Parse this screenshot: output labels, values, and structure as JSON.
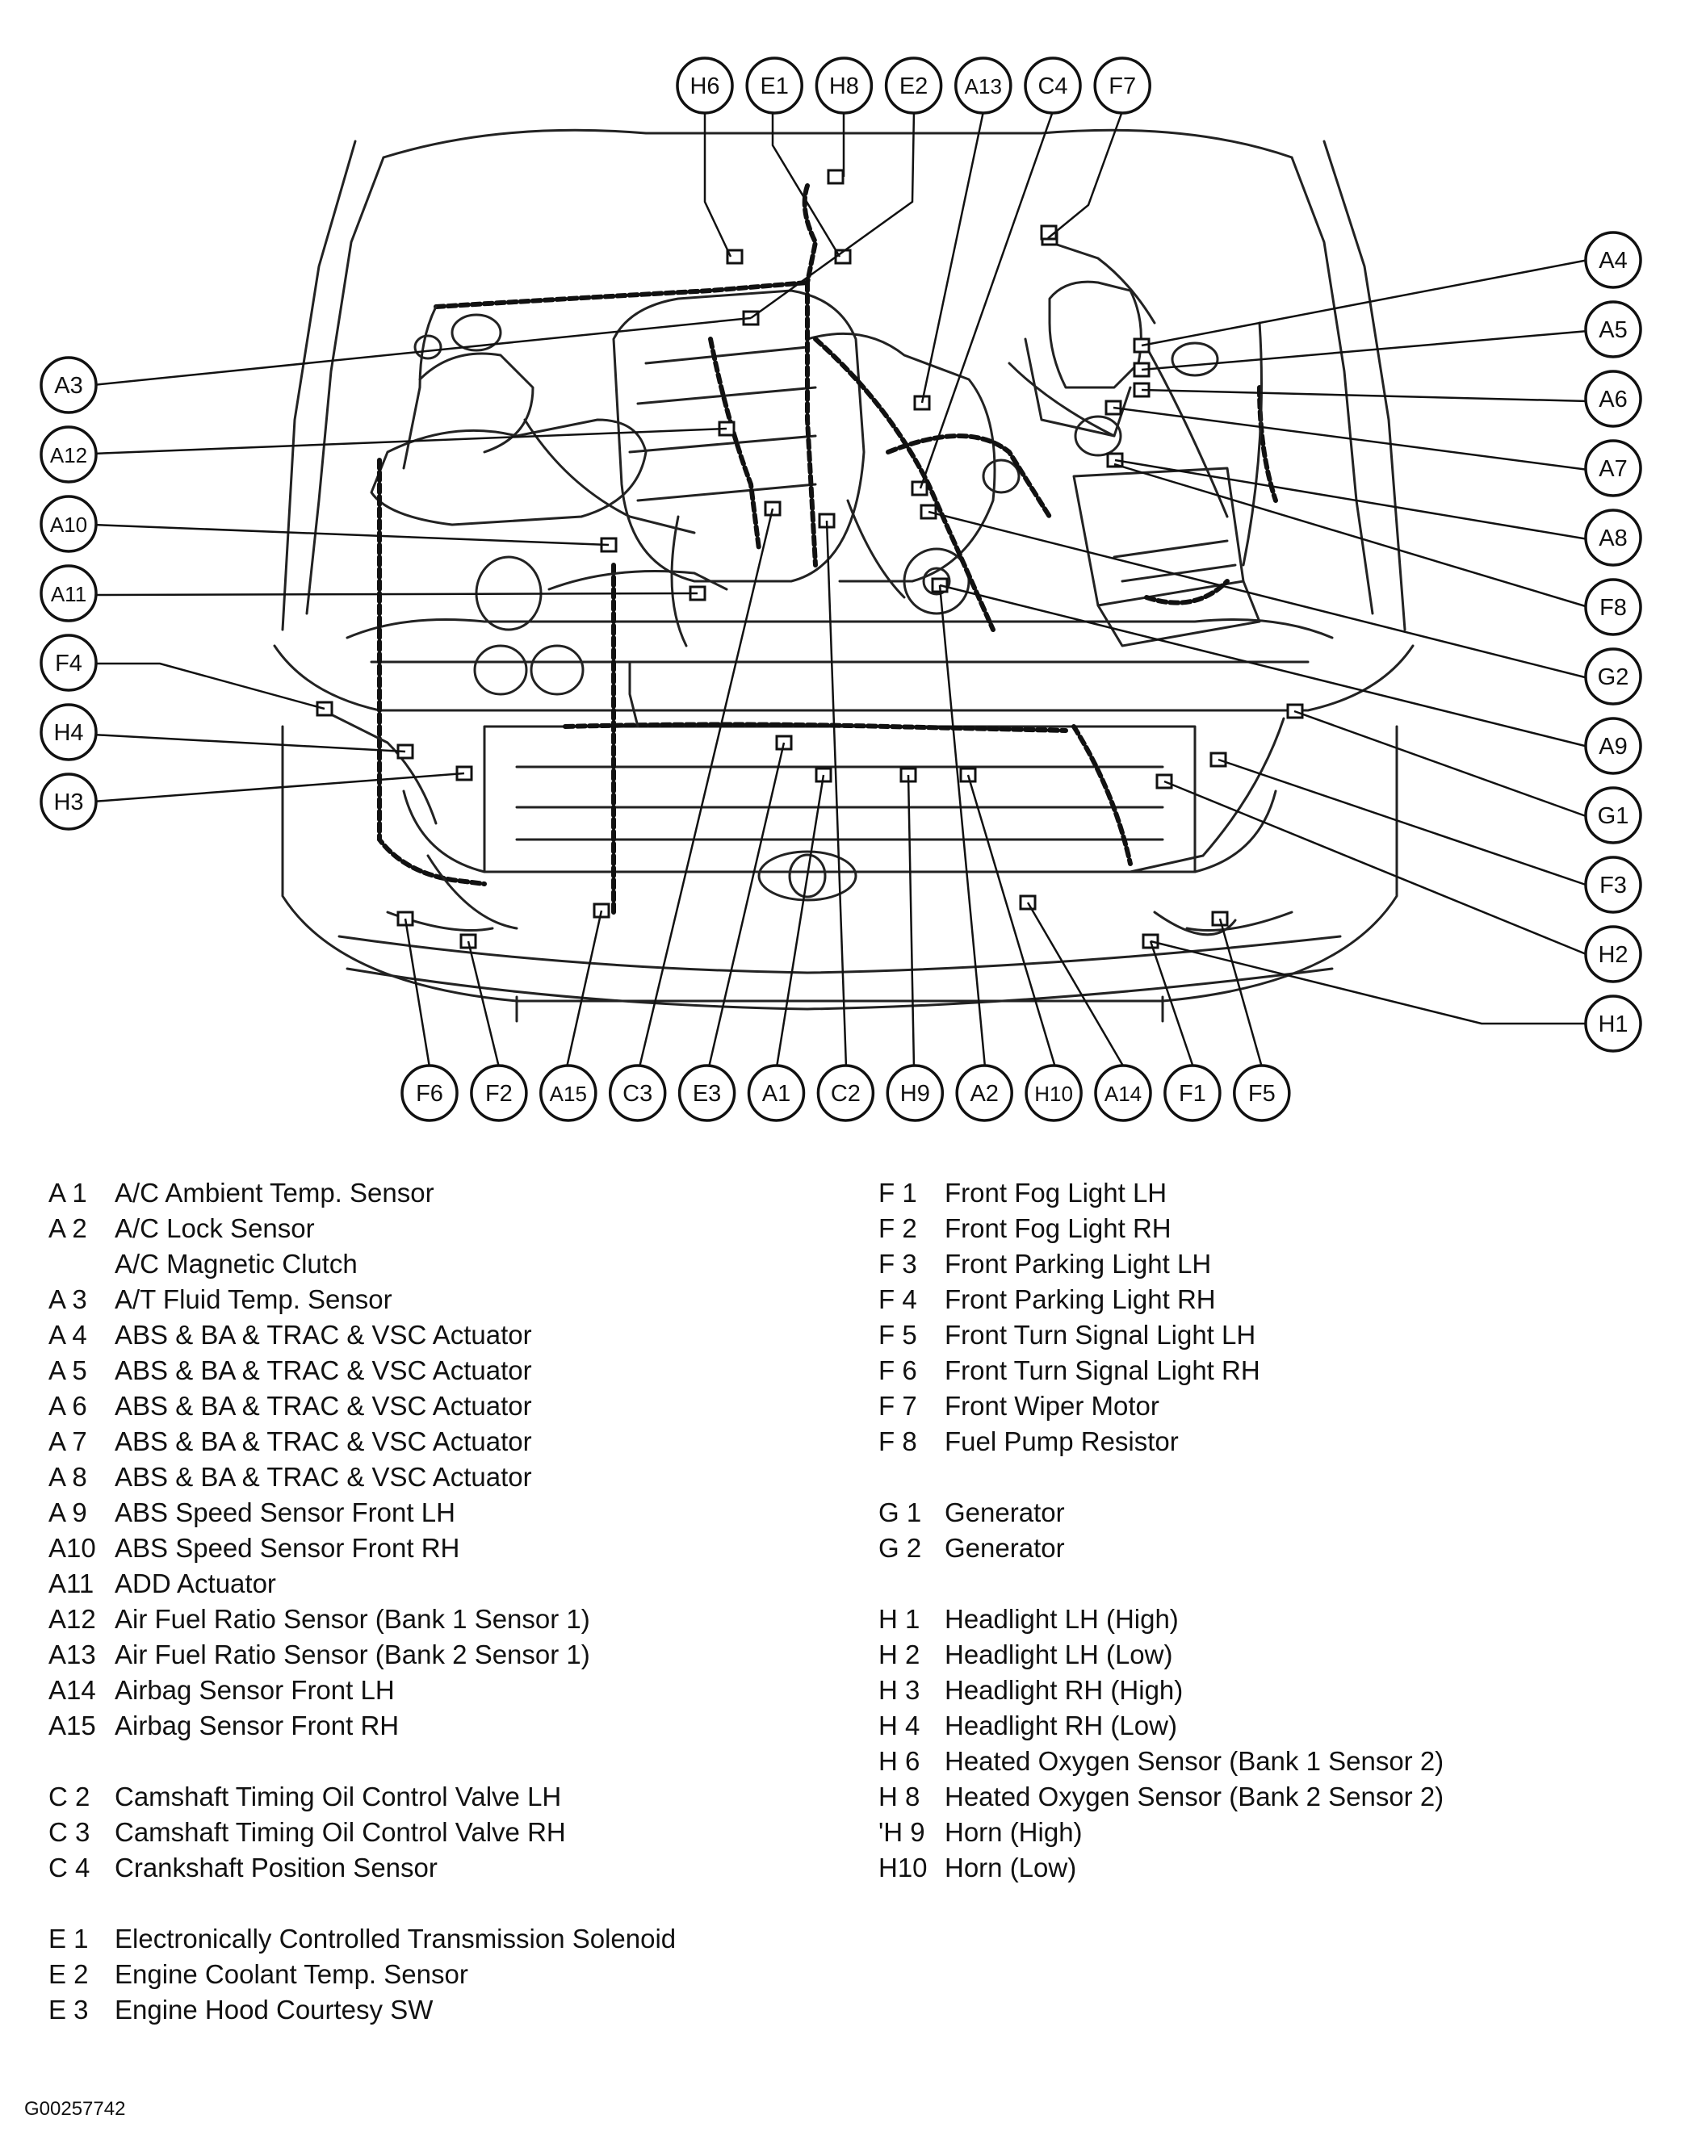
{
  "diagram": {
    "callouts_top": [
      "H6",
      "E1",
      "H8",
      "E2",
      "A13",
      "C4",
      "F7"
    ],
    "callouts_left": [
      "A3",
      "A12",
      "A10",
      "A11",
      "F4",
      "H4",
      "H3"
    ],
    "callouts_right": [
      "A4",
      "A5",
      "A6",
      "A7",
      "A8",
      "F8",
      "G2",
      "A9",
      "G1",
      "F3",
      "H2",
      "H1"
    ],
    "callouts_bottom": [
      "F6",
      "F2",
      "A15",
      "C3",
      "E3",
      "A1",
      "C2",
      "H9",
      "A2",
      "H10",
      "A14",
      "F1",
      "F5"
    ]
  },
  "legend": {
    "left": [
      {
        "code": "A 1",
        "desc": "A/C Ambient Temp. Sensor"
      },
      {
        "code": "A 2",
        "desc": "A/C Lock Sensor"
      },
      {
        "code": "",
        "desc": "A/C Magnetic Clutch"
      },
      {
        "code": "A 3",
        "desc": "A/T Fluid Temp. Sensor"
      },
      {
        "code": "A 4",
        "desc": "ABS & BA & TRAC & VSC Actuator"
      },
      {
        "code": "A 5",
        "desc": "ABS & BA & TRAC & VSC Actuator"
      },
      {
        "code": "A 6",
        "desc": "ABS & BA & TRAC & VSC Actuator"
      },
      {
        "code": "A 7",
        "desc": "ABS & BA & TRAC & VSC Actuator"
      },
      {
        "code": "A 8",
        "desc": "ABS & BA & TRAC & VSC Actuator"
      },
      {
        "code": "A 9",
        "desc": "ABS Speed Sensor Front LH"
      },
      {
        "code": "A10",
        "desc": "ABS Speed Sensor Front RH"
      },
      {
        "code": "A11",
        "desc": "ADD Actuator"
      },
      {
        "code": "A12",
        "desc": "Air Fuel Ratio Sensor (Bank 1 Sensor 1)"
      },
      {
        "code": "A13",
        "desc": "Air Fuel Ratio Sensor (Bank 2 Sensor 1)"
      },
      {
        "code": "A14",
        "desc": "Airbag Sensor Front LH"
      },
      {
        "code": "A15",
        "desc": "Airbag Sensor Front RH"
      },
      {
        "gap": true
      },
      {
        "code": "C 2",
        "desc": "Camshaft Timing Oil Control Valve LH"
      },
      {
        "code": "C 3",
        "desc": "Camshaft Timing Oil Control Valve RH"
      },
      {
        "code": "C 4",
        "desc": "Crankshaft Position Sensor"
      },
      {
        "gap": true
      },
      {
        "code": "E 1",
        "desc": "Electronically Controlled Transmission Solenoid"
      },
      {
        "code": "E 2",
        "desc": "Engine Coolant Temp. Sensor"
      },
      {
        "code": "E 3",
        "desc": "Engine Hood Courtesy SW"
      }
    ],
    "right": [
      {
        "code": "F 1",
        "desc": "Front Fog Light LH"
      },
      {
        "code": "F 2",
        "desc": "Front Fog Light RH"
      },
      {
        "code": "F 3",
        "desc": "Front Parking Light LH"
      },
      {
        "code": "F 4",
        "desc": "Front Parking Light RH"
      },
      {
        "code": "F 5",
        "desc": "Front Turn Signal Light LH"
      },
      {
        "code": "F 6",
        "desc": "Front Turn Signal Light RH"
      },
      {
        "code": "F 7",
        "desc": "Front Wiper Motor"
      },
      {
        "code": "F 8",
        "desc": "Fuel Pump Resistor"
      },
      {
        "gap": true
      },
      {
        "code": "G 1",
        "desc": "Generator"
      },
      {
        "code": "G 2",
        "desc": "Generator"
      },
      {
        "gap": true
      },
      {
        "code": "H 1",
        "desc": "Headlight LH (High)"
      },
      {
        "code": "H 2",
        "desc": "Headlight LH (Low)"
      },
      {
        "code": "H 3",
        "desc": "Headlight RH (High)"
      },
      {
        "code": "H 4",
        "desc": "Headlight RH (Low)"
      },
      {
        "code": "H 6",
        "desc": "Heated Oxygen Sensor (Bank 1 Sensor 2)"
      },
      {
        "code": "H 8",
        "desc": "Heated Oxygen Sensor (Bank 2 Sensor 2)"
      },
      {
        "code": "'H 9",
        "desc": "Horn (High)"
      },
      {
        "code": "H10",
        "desc": "Horn (Low)"
      }
    ]
  },
  "figure_id": "G00257742"
}
